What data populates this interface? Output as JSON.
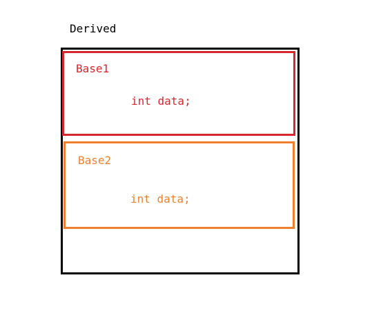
{
  "diagram": {
    "derived": {
      "label": "Derived",
      "color": "#000000"
    },
    "base1": {
      "label": "Base1",
      "field": "int data;",
      "color": "#d9252c"
    },
    "base2": {
      "label": "Base2",
      "field": "int data;",
      "color": "#f07f2c"
    }
  }
}
